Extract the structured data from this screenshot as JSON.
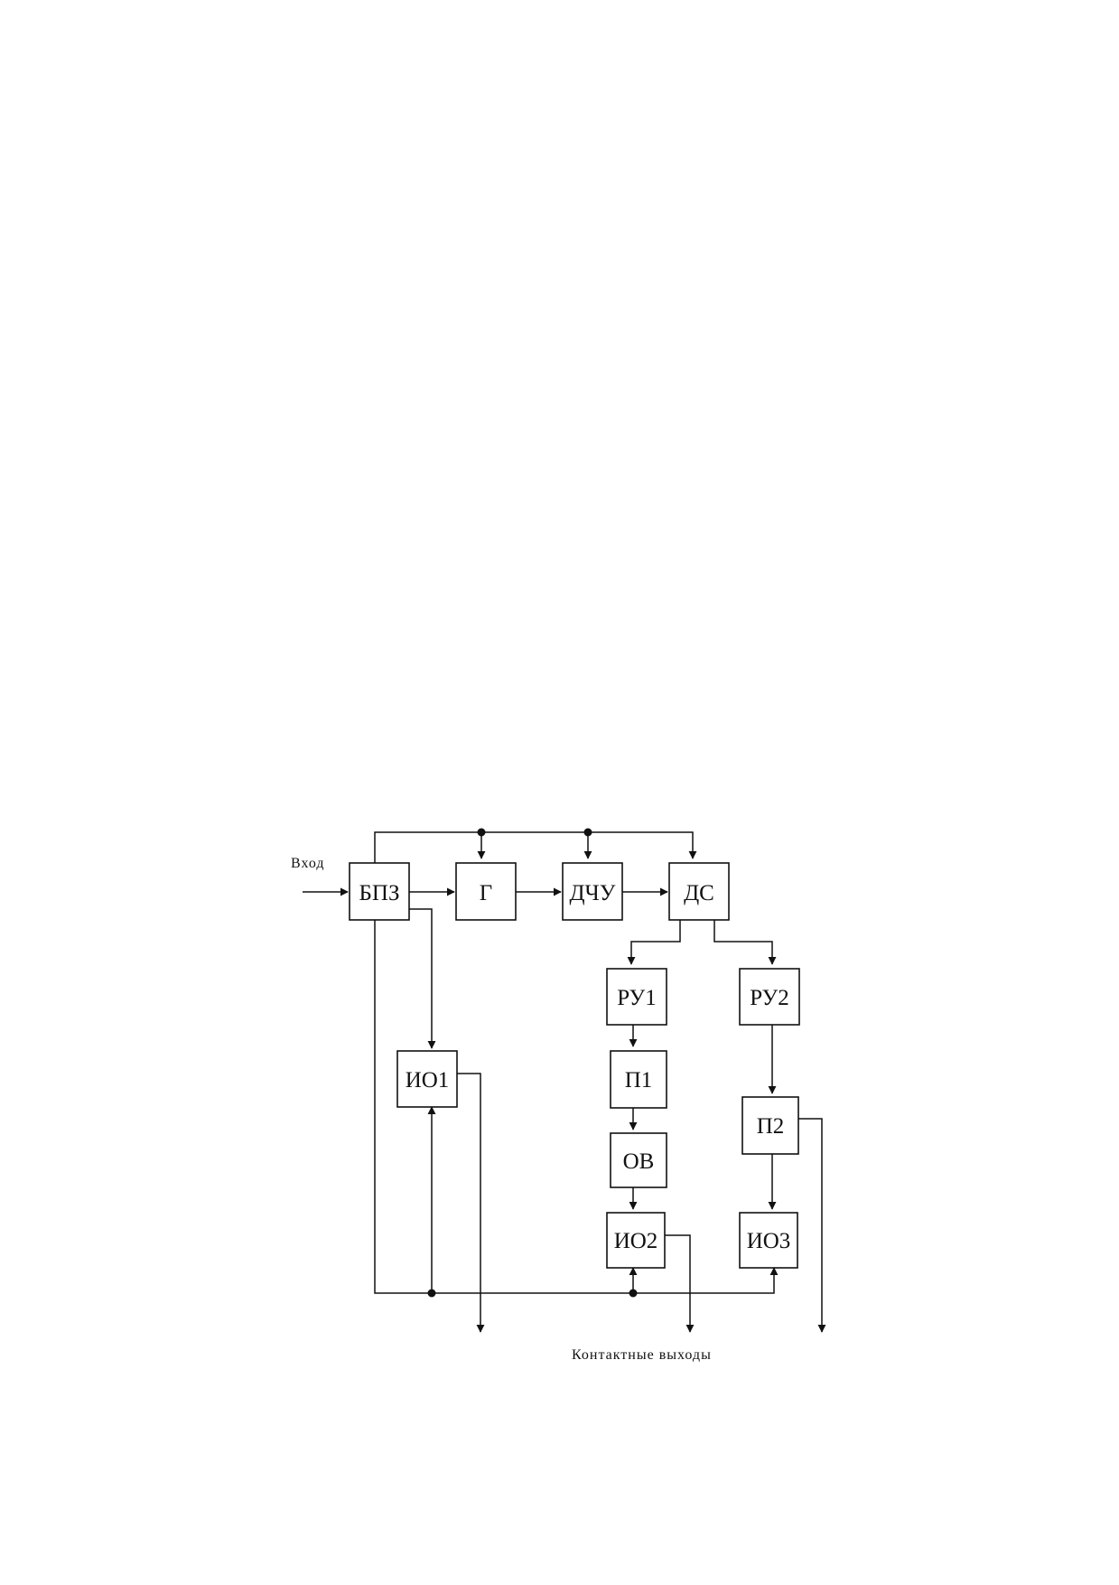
{
  "diagram": {
    "input_label": "Вход",
    "output_label": "Контактные выходы",
    "blocks": {
      "bpz": "БПЗ",
      "g": "Г",
      "dchu": "ДЧУ",
      "ds": "ДС",
      "ru1": "РУ1",
      "ru2": "РУ2",
      "io1": "ИО1",
      "p1": "П1",
      "ov": "ОВ",
      "p2": "П2",
      "io2": "ИО2",
      "io3": "ИО3"
    },
    "colors": {
      "line": "#111111",
      "background": "#ffffff"
    }
  }
}
